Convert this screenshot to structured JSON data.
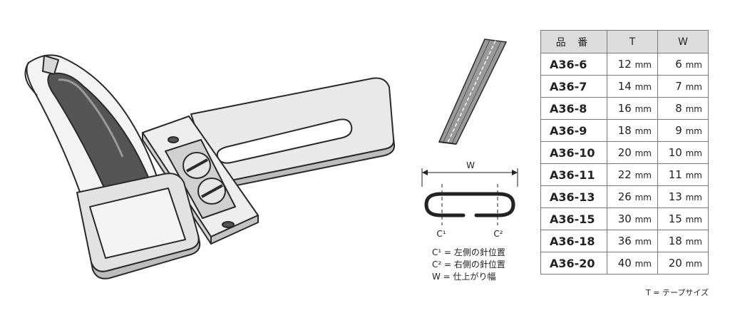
{
  "diagram": {
    "width_label": "W",
    "c1_label": "C¹",
    "c2_label": "C²"
  },
  "legend": [
    "C¹ = 左側の針位置",
    "C² = 右側の針位置",
    "W = 仕上がり幅"
  ],
  "table": {
    "headers": [
      "品 番",
      "T",
      "W"
    ],
    "unit": "mm",
    "rows": [
      {
        "part": "A36-6",
        "t": "12",
        "w": "6"
      },
      {
        "part": "A36-7",
        "t": "14",
        "w": "7"
      },
      {
        "part": "A36-8",
        "t": "16",
        "w": "8"
      },
      {
        "part": "A36-9",
        "t": "18",
        "w": "9"
      },
      {
        "part": "A36-10",
        "t": "20",
        "w": "10"
      },
      {
        "part": "A36-11",
        "t": "22",
        "w": "11"
      },
      {
        "part": "A36-13",
        "t": "26",
        "w": "13"
      },
      {
        "part": "A36-15",
        "t": "30",
        "w": "15"
      },
      {
        "part": "A36-18",
        "t": "36",
        "w": "18"
      },
      {
        "part": "A36-20",
        "t": "40",
        "w": "20"
      }
    ]
  },
  "note": "T = テープサイズ"
}
